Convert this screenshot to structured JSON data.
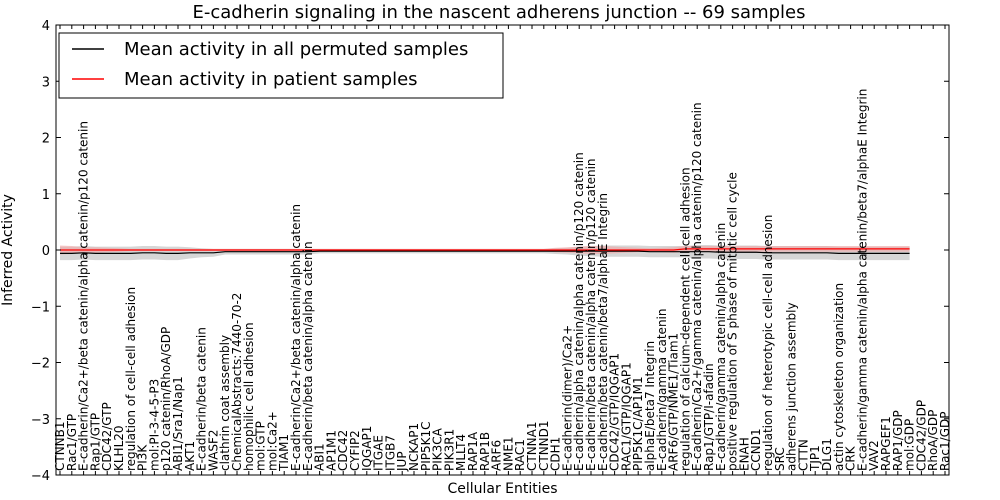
{
  "chart_data": {
    "type": "line",
    "title": "E-cadherin signaling in the nascent adherens junction -- 69 samples",
    "xlabel": "Cellular Entities",
    "ylabel": "Inferred Activity",
    "ylim": [
      -4,
      4
    ],
    "yticks": [
      -4,
      -3,
      -2,
      -1,
      0,
      1,
      2,
      3,
      4
    ],
    "grid": false,
    "legend_position": "top-left",
    "categories": [
      "CTNNB1",
      "Rac1/GTP",
      "E-cadherin/Ca2+/beta catenin/alpha catenin/p120 catenin",
      "Rap1/GTP",
      "CDC42/GTP",
      "KLHL20",
      "regulation of cell-cell adhesion",
      "PI3K",
      "mol:PI-3-4-5-P3",
      "p120 catenin/RhoA/GDP",
      "ABI1/Sra1/Nap1",
      "AKT1",
      "E-cadherin/beta catenin",
      "WASF2",
      "clathrin coat assembly",
      "ChemicalAbstracts:7440-70-2",
      "homophilic cell adhesion",
      "mol:GTP",
      "mol:Ca2+",
      "TIAM1",
      "E-cadherin/Ca2+/beta catenin/alpha catenin",
      "E-cadherin/beta catenin/alpha catenin",
      "ABI1",
      "AP1M1",
      "CDC42",
      "CYFIP2",
      "IQGAP1",
      "ITGAE",
      "ITGB7",
      "JUP",
      "NCKAP1",
      "PIP5K1C",
      "PIK3CA",
      "PIK3R1",
      "MLLT4",
      "RAP1A",
      "RAP1B",
      "ARF6",
      "NME1",
      "RAC1",
      "CTNNA1",
      "CTNND1",
      "CDH1",
      "E-cadherin(dimer)/Ca2+",
      "E-cadherin/alpha catenin/alpha catenin/p120 catenin",
      "E-cadherin/beta catenin/alpha catenin/p120 catenin",
      "E-cadherin/beta catenin/beta7/alphaE Integrin",
      "CDC42/GTP/IQGAP1",
      "RAC1/GTP/IQGAP1",
      "PIP5K1C/AP1M1",
      "alphaE/beta7 Integrin",
      "E-cadherin/gamma catenin",
      "ARF6/GTP/NME1/Tiam1",
      "regulation of calcium-dependent cell-cell adhesion",
      "E-cadherin/Ca2+/gamma catenin/alpha catenin/p120 catenin",
      "Rap1/GTP/I-afadin",
      "E-cadherin/gamma catenin/alpha catenin",
      "positive regulation of S phase of mitotic cell cycle",
      "ENAH",
      "CCND1",
      "regulation of heterotypic cell-cell adhesion",
      "SRC",
      "adherens junction assembly",
      "CTTN",
      "TJP1",
      "DLG1",
      "actin cytoskeleton organization",
      "CRK",
      "E-cadherin/gamma catenin/alpha catenin/beta7/alphaE Integrin",
      "VAV2",
      "RAPGEF1",
      "RAP1/GDP",
      "mol:GDP",
      "CDC42/GDP",
      "RhoA/GDP",
      "Rac1/GDP"
    ],
    "series": [
      {
        "name": "Mean activity in all permuted samples",
        "color": "#000000",
        "band_color": "#c8c8c8",
        "values": [
          -0.06,
          -0.06,
          -0.05,
          -0.06,
          -0.06,
          -0.06,
          -0.06,
          -0.05,
          -0.05,
          -0.06,
          -0.06,
          -0.05,
          -0.05,
          -0.05,
          -0.03,
          -0.03,
          -0.03,
          -0.03,
          -0.03,
          -0.03,
          -0.03,
          -0.03,
          -0.02,
          -0.02,
          -0.02,
          -0.02,
          -0.02,
          -0.02,
          -0.02,
          -0.02,
          -0.02,
          -0.02,
          -0.02,
          -0.02,
          -0.02,
          -0.02,
          -0.02,
          -0.02,
          -0.02,
          -0.02,
          -0.02,
          -0.02,
          -0.02,
          -0.02,
          -0.02,
          -0.02,
          -0.02,
          -0.02,
          -0.02,
          -0.02,
          -0.03,
          -0.03,
          -0.03,
          -0.03,
          -0.03,
          -0.03,
          -0.04,
          -0.04,
          -0.04,
          -0.04,
          -0.05,
          -0.05,
          -0.05,
          -0.05,
          -0.05,
          -0.05,
          -0.06,
          -0.06,
          -0.06,
          -0.06,
          -0.06,
          -0.06,
          -0.06
        ],
        "band": [
          0.12,
          0.12,
          0.12,
          0.12,
          0.12,
          0.12,
          0.12,
          0.12,
          0.12,
          0.12,
          0.12,
          0.1,
          0.08,
          0.07,
          0.05,
          0.05,
          0.05,
          0.05,
          0.05,
          0.05,
          0.05,
          0.05,
          0.04,
          0.04,
          0.04,
          0.04,
          0.04,
          0.04,
          0.04,
          0.04,
          0.04,
          0.04,
          0.04,
          0.04,
          0.04,
          0.04,
          0.04,
          0.04,
          0.04,
          0.04,
          0.04,
          0.04,
          0.05,
          0.06,
          0.08,
          0.09,
          0.1,
          0.1,
          0.1,
          0.1,
          0.1,
          0.1,
          0.1,
          0.1,
          0.12,
          0.12,
          0.12,
          0.12,
          0.12,
          0.12,
          0.12,
          0.12,
          0.12,
          0.12,
          0.12,
          0.12,
          0.12,
          0.12,
          0.12,
          0.12,
          0.12,
          0.12,
          0.12
        ]
      },
      {
        "name": "Mean activity in patient samples",
        "color": "#ff0000",
        "band_color": "#f4a0a0",
        "values": [
          0.0,
          0.0,
          0.0,
          0.0,
          0.0,
          0.0,
          0.0,
          0.0,
          0.0,
          0.0,
          0.0,
          0.0,
          0.0,
          0.0,
          0.0,
          0.0,
          0.0,
          0.0,
          0.0,
          0.0,
          0.0,
          0.0,
          0.0,
          0.0,
          0.0,
          0.0,
          0.0,
          0.0,
          0.0,
          0.0,
          0.0,
          0.0,
          0.0,
          0.0,
          0.0,
          0.0,
          0.0,
          0.0,
          0.0,
          0.0,
          0.0,
          0.0,
          0.0,
          0.0,
          0.0,
          0.0,
          0.0,
          0.0,
          0.0,
          0.0,
          0.0,
          0.0,
          0.0,
          0.02,
          0.02,
          0.02,
          0.02,
          0.02,
          0.02,
          0.02,
          0.02,
          0.02,
          0.02,
          0.02,
          0.02,
          0.02,
          0.02,
          0.02,
          0.02,
          0.02,
          0.02,
          0.02,
          0.02
        ],
        "band": [
          0.08,
          0.07,
          0.05,
          0.05,
          0.04,
          0.03,
          0.02,
          0.02,
          0.02,
          0.02,
          0.02,
          0.02,
          0.02,
          0.02,
          0.02,
          0.02,
          0.02,
          0.02,
          0.02,
          0.02,
          0.02,
          0.02,
          0.02,
          0.02,
          0.02,
          0.02,
          0.02,
          0.02,
          0.02,
          0.02,
          0.02,
          0.02,
          0.02,
          0.02,
          0.02,
          0.02,
          0.02,
          0.02,
          0.02,
          0.02,
          0.02,
          0.02,
          0.04,
          0.05,
          0.06,
          0.07,
          0.07,
          0.06,
          0.05,
          0.04,
          0.03,
          0.04,
          0.05,
          0.05,
          0.05,
          0.05,
          0.05,
          0.05,
          0.05,
          0.05,
          0.05,
          0.05,
          0.05,
          0.05,
          0.05,
          0.05,
          0.05,
          0.05,
          0.05,
          0.05,
          0.05,
          0.05,
          0.05
        ]
      }
    ]
  }
}
